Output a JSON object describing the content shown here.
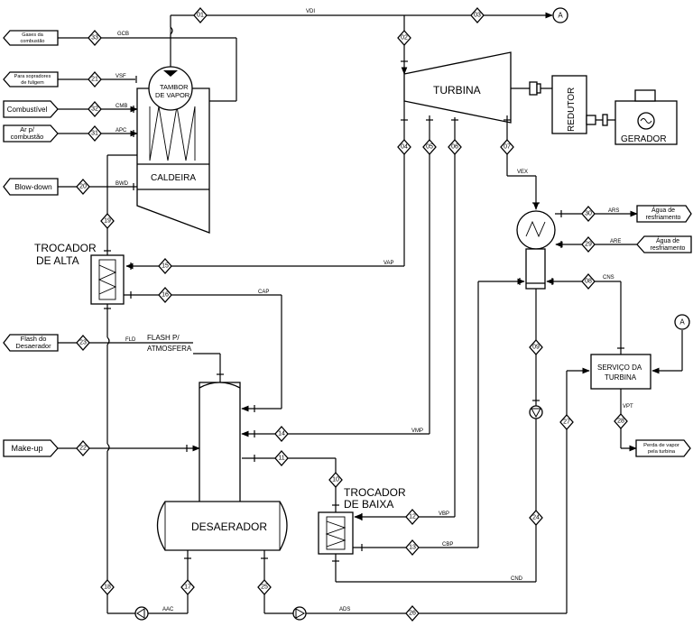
{
  "equipment": {
    "tambor": [
      "TAMBOR",
      "DE VAPOR"
    ],
    "caldeira": "CALDEIRA",
    "turbina": "TURBINA",
    "redutor": "REDUTOR",
    "gerador": "GERADOR",
    "trocador_alta": [
      "TROCADOR",
      "DE ALTA"
    ],
    "trocador_baixa": [
      "TROCADOR",
      "DE BAIXA"
    ],
    "desaerador": "DESAERADOR",
    "servico": [
      "SERVIÇO DA",
      "TURBINA"
    ],
    "flash_atm": [
      "FLASH P/",
      "ATMOSFERA"
    ]
  },
  "terminals": {
    "gases": [
      "Gases da",
      "combustão"
    ],
    "sopradores": [
      "Para sopradores",
      "de fuligem"
    ],
    "combustivel": "Combustível",
    "ar": [
      "Ar p/",
      "combustão"
    ],
    "blowdown": "Blow-down",
    "flash_desaerador": [
      "Flash do",
      "Desaerador"
    ],
    "makeup": "Make-up",
    "agua_ars": [
      "Água de",
      "resfriamento"
    ],
    "agua_are": [
      "Água de",
      "resfriamento"
    ],
    "perda": [
      "Perda de vapor",
      "pela turbina"
    ]
  },
  "stream_tags": {
    "vdi": "VDI",
    "gcb": "GCB",
    "vsf": "VSF",
    "cmb": "CMB",
    "apc": "APC",
    "bwd": "BWD",
    "vap": "VAP",
    "cap": "CAP",
    "fld": "FLD",
    "vmp": "VMP",
    "vex": "VEX",
    "ars": "ARS",
    "are": "ARE",
    "cns": "CNS",
    "vbp": "VBP",
    "cbp": "CBP",
    "cnd": "CND",
    "vpt": "VPT",
    "aac": "AAC",
    "ads": "ADS"
  },
  "stream_numbers": {
    "s01": "01",
    "s02": "02",
    "s03": "03",
    "s04": "04",
    "s05": "05",
    "s06": "06",
    "s07": "07",
    "s08": "08",
    "s09": "09",
    "s10": "10",
    "s11": "11",
    "s12": "12",
    "s13": "13",
    "s14": "14",
    "s15": "15",
    "s16": "16",
    "s17": "17",
    "s18": "18",
    "s19": "19",
    "s20": "20",
    "s21": "21",
    "s22": "22",
    "s23": "23",
    "s24": "24",
    "s25": "25",
    "s26": "26",
    "s27": "27",
    "s28": "28",
    "s29": "29",
    "s30": "30",
    "s31": "31",
    "s32": "32",
    "s33": "33"
  },
  "connectors": {
    "a_top": "A",
    "a_right": "A"
  }
}
